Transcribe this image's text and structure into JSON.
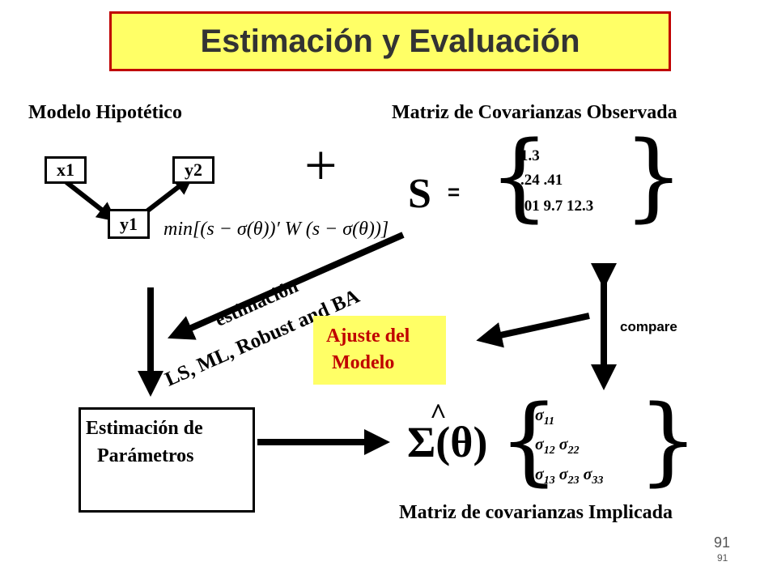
{
  "title": "Estimación y Evaluación",
  "left_heading": "Modelo Hipotético",
  "right_heading": "Matriz  de Covarianzas Observada",
  "nodes": {
    "x1": "x1",
    "y2": "y2",
    "y1": "y1"
  },
  "plus": "+",
  "S_symbol": "S",
  "equals": "=",
  "observed_matrix": {
    "row1": "1.3",
    "row2": ".24  .41",
    "row3": ".01  9.7  12.3"
  },
  "formula": "min[(s − σ(θ))′ W (s − σ(θ))]",
  "rotated": {
    "estimacion": "estimación",
    "methods": "LS, ML,  Robust and BA"
  },
  "ajuste": {
    "line1": "Ajuste del",
    "line2": "Modelo"
  },
  "compare": "compare",
  "estimacion_box": {
    "line1": "Estimación de",
    "line2": "Parámetros"
  },
  "sigma_theta": {
    "caret": "^",
    "text": "Σ(θ)"
  },
  "implied_matrix": {
    "r1": {
      "a": "σ",
      "a_sub": "11"
    },
    "r2": {
      "a": "σ",
      "a_sub": "12",
      "b": "σ",
      "b_sub": "22"
    },
    "r3": {
      "a": "σ",
      "a_sub": "13",
      "b": "σ",
      "b_sub": "23",
      "c": "σ",
      "c_sub": "33"
    }
  },
  "bottom_label": "Matriz de covarianzas Implicada",
  "page_number": "91",
  "page_number_small": "91",
  "colors": {
    "title_bg": "#ffff66",
    "title_border": "#c00000",
    "ajuste_text": "#c00000",
    "title_text": "#333333"
  }
}
